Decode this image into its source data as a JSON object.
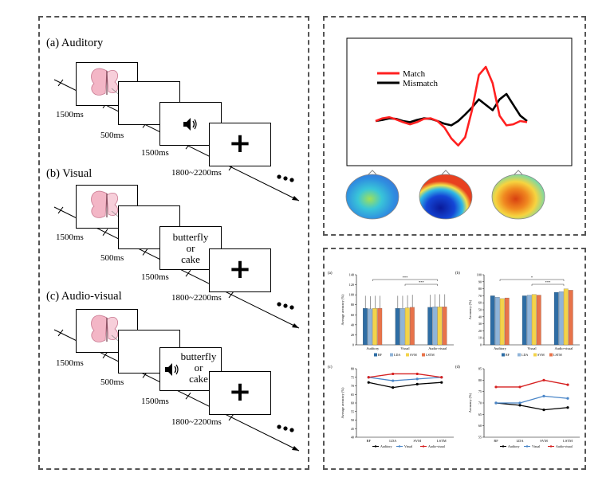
{
  "auditory": {
    "title": "(a) Auditory",
    "t1": "1500ms",
    "t2": "500ms",
    "t3": "1500ms",
    "t4": "1800~2200ms"
  },
  "visual": {
    "title": "(b) Visual",
    "word_line1": "butterfly",
    "word_line2": "or",
    "word_line3": "cake",
    "t1": "1500ms",
    "t2": "500ms",
    "t3": "1500ms",
    "t4": "1800~2200ms"
  },
  "audiovisual": {
    "title": "(c) Audio-visual",
    "word_line1": "butterfly",
    "word_line2": "or",
    "word_line3": "cake",
    "t1": "1500ms",
    "t2": "500ms",
    "t3": "1500ms",
    "t4": "1800~2200ms"
  },
  "icons": {
    "butterfly": "butterfly-image",
    "speaker": "speaker-icon",
    "fixation": "fixation-cross",
    "ellipsis": "ellipsis-dots"
  },
  "erp": {
    "legend_match": "Match",
    "legend_mismatch": "Mismatch",
    "match_color": "#ff2020",
    "mismatch_color": "#000000",
    "match_values": [
      0.0,
      0.05,
      0.07,
      0.03,
      -0.02,
      -0.06,
      -0.02,
      0.04,
      0.05,
      0.0,
      -0.12,
      -0.32,
      -0.45,
      -0.3,
      0.2,
      0.85,
      1.0,
      0.7,
      0.1,
      -0.08,
      -0.06,
      0.0,
      -0.02
    ],
    "mismatch_values": [
      0.0,
      0.02,
      0.05,
      0.04,
      0.0,
      -0.02,
      0.02,
      0.05,
      0.04,
      0.0,
      -0.05,
      -0.08,
      0.0,
      0.12,
      0.25,
      0.4,
      0.3,
      0.2,
      0.4,
      0.5,
      0.3,
      0.1,
      0.0
    ]
  },
  "chart_data": [
    {
      "panel": "(a)",
      "type": "bar",
      "ylabel": "Average accuracy (%)",
      "ylim": [
        0,
        140
      ],
      "yticks": [
        "0",
        "20",
        "40",
        "60",
        "80",
        "100",
        "120",
        "140"
      ],
      "categories": [
        "Auditory",
        "Visual",
        "Audio-visual"
      ],
      "series": [
        {
          "name": "RF",
          "color": "#2e6da4",
          "values": [
            73,
            73,
            75
          ]
        },
        {
          "name": "LDA",
          "color": "#8fb4d9",
          "values": [
            72,
            73,
            76
          ]
        },
        {
          "name": "SVM",
          "color": "#f3d34a",
          "values": [
            73,
            74,
            76
          ]
        },
        {
          "name": "LSTM",
          "color": "#e8734a",
          "values": [
            73,
            75,
            76
          ]
        }
      ],
      "errors": [
        25,
        25,
        25
      ],
      "significance": [
        "***",
        "***"
      ]
    },
    {
      "panel": "(b)",
      "type": "bar",
      "ylabel": "Accuracy (%)",
      "ylim": [
        0,
        100
      ],
      "yticks": [
        "0",
        "10",
        "20",
        "30",
        "40",
        "50",
        "60",
        "70",
        "80",
        "90",
        "100"
      ],
      "categories": [
        "Auditory",
        "Visual",
        "Audio-visual"
      ],
      "series": [
        {
          "name": "RF",
          "color": "#2e6da4",
          "values": [
            70,
            70,
            75
          ]
        },
        {
          "name": "LDA",
          "color": "#8fb4d9",
          "values": [
            68,
            71,
            76
          ]
        },
        {
          "name": "SVM",
          "color": "#f3d34a",
          "values": [
            66,
            72,
            80
          ]
        },
        {
          "name": "LSTM",
          "color": "#e8734a",
          "values": [
            67,
            71,
            78
          ]
        }
      ],
      "significance": [
        "*",
        "***"
      ]
    },
    {
      "panel": "(c)",
      "type": "line",
      "ylabel": "Average accuracy (%)",
      "ylim": [
        40,
        80
      ],
      "yticks": [
        "40",
        "45",
        "50",
        "55",
        "60",
        "65",
        "70",
        "75",
        "80"
      ],
      "categories": [
        "RF",
        "LDA",
        "SVM",
        "LSTM"
      ],
      "series": [
        {
          "name": "Auditory",
          "color": "#000000",
          "values": [
            72,
            69,
            71,
            72
          ]
        },
        {
          "name": "Visual",
          "color": "#4a86c8",
          "values": [
            75,
            73,
            74,
            75
          ]
        },
        {
          "name": "Audio-visual",
          "color": "#d62020",
          "values": [
            75,
            77,
            77,
            75
          ]
        }
      ]
    },
    {
      "panel": "(d)",
      "type": "line",
      "ylabel": "Accuracy (%)",
      "ylim": [
        55,
        85
      ],
      "yticks": [
        "55",
        "60",
        "65",
        "70",
        "75",
        "80",
        "85"
      ],
      "categories": [
        "RF",
        "LDA",
        "SVM",
        "LSTM"
      ],
      "series": [
        {
          "name": "Auditory",
          "color": "#000000",
          "values": [
            70,
            69,
            67,
            68
          ]
        },
        {
          "name": "Visual",
          "color": "#4a86c8",
          "values": [
            70,
            70,
            73,
            72
          ]
        },
        {
          "name": "Audio-visual",
          "color": "#d62020",
          "values": [
            77,
            77,
            80,
            78
          ]
        }
      ]
    }
  ]
}
